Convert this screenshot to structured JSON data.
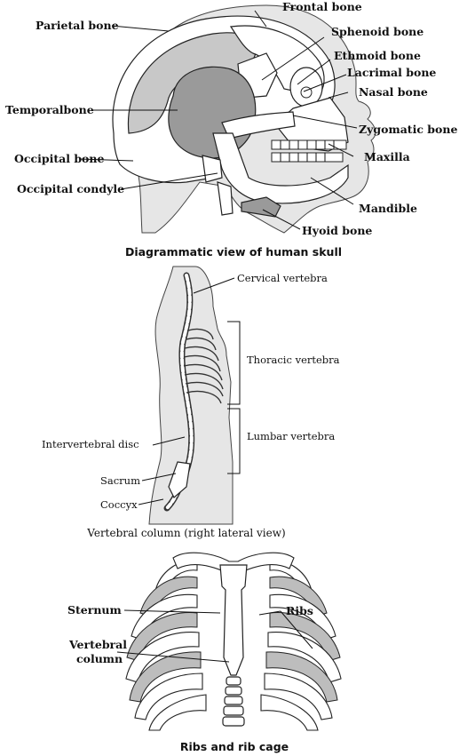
{
  "skull": {
    "caption": "Diagrammatic view of human skull",
    "labels": {
      "frontal": "Frontal bone",
      "parietal": "Parietal bone",
      "sphenoid": "Sphenoid bone",
      "ethmoid": "Ethmoid bone",
      "lacrimal": "Lacrimal bone",
      "nasal": "Nasal bone",
      "temporal": "Temporalbone",
      "zygomatic": "Zygomatic bone",
      "maxilla": "Maxilla",
      "occipital": "Occipital bone",
      "occipital_condyle": "Occipital condyle",
      "mandible": "Mandible",
      "hyoid": "Hyoid bone"
    }
  },
  "spine": {
    "caption": "Vertebral column (right lateral view)",
    "labels": {
      "cervical": "Cervical vertebra",
      "thoracic": "Thoracic vertebra",
      "lumbar": "Lumbar vertebra",
      "intervertebral": "Intervertebral disc",
      "sacrum": "Sacrum",
      "coccyx": "Coccyx"
    }
  },
  "ribcage": {
    "caption": "Ribs and rib cage",
    "labels": {
      "sternum": "Sternum",
      "ribs": "Ribs",
      "vertebral_line1": "Vertebral",
      "vertebral_line2": "column"
    }
  }
}
